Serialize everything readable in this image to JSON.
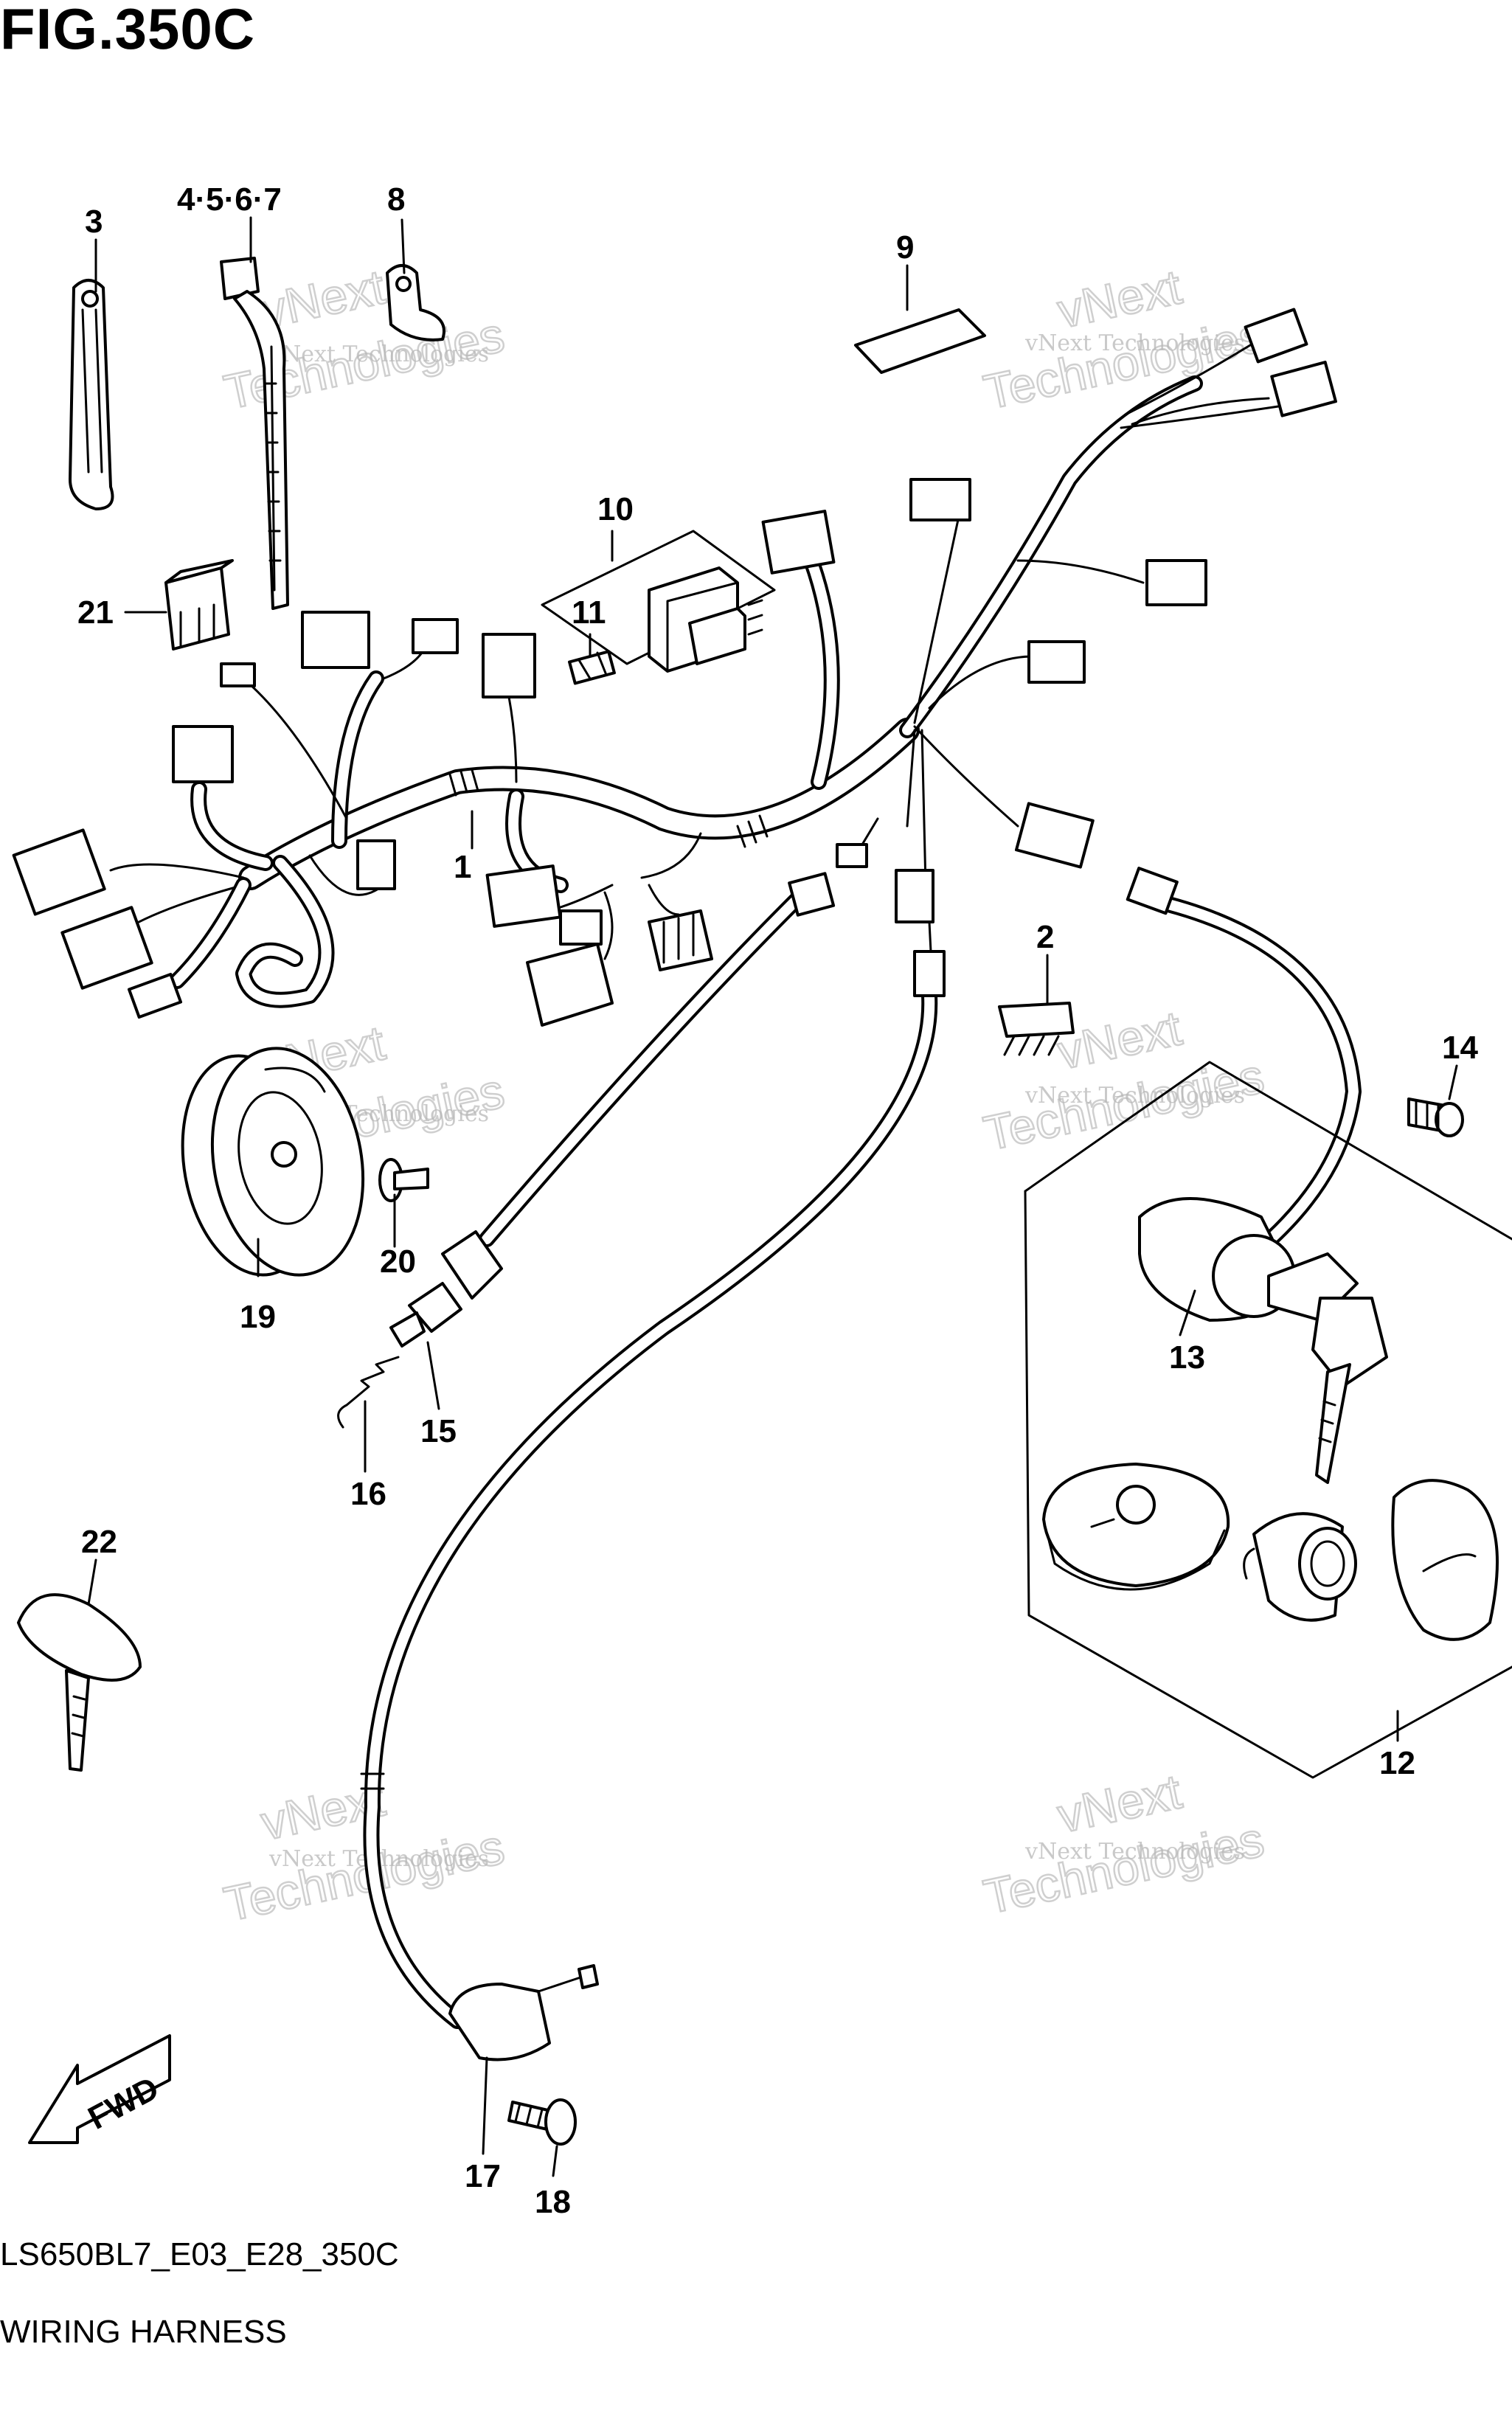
{
  "figure": {
    "title": "FIG.350C",
    "model_code": "LS650BL7_E03_E28_350C",
    "section_name": "WIRING HARNESS",
    "fwd_label": "FWD"
  },
  "watermark": {
    "small_text": "vNext Technologies",
    "big_line1": "vNext",
    "big_line2": "Technologies"
  },
  "callouts": [
    {
      "id": "1",
      "label": "1"
    },
    {
      "id": "2",
      "label": "2"
    },
    {
      "id": "3",
      "label": "3"
    },
    {
      "id": "4",
      "label": "4·5·6·7"
    },
    {
      "id": "8",
      "label": "8"
    },
    {
      "id": "9",
      "label": "9"
    },
    {
      "id": "10",
      "label": "10"
    },
    {
      "id": "11",
      "label": "11"
    },
    {
      "id": "12",
      "label": "12"
    },
    {
      "id": "13",
      "label": "13"
    },
    {
      "id": "14",
      "label": "14"
    },
    {
      "id": "15",
      "label": "15"
    },
    {
      "id": "16",
      "label": "16"
    },
    {
      "id": "17",
      "label": "17"
    },
    {
      "id": "18",
      "label": "18"
    },
    {
      "id": "19",
      "label": "19"
    },
    {
      "id": "20",
      "label": "20"
    },
    {
      "id": "21",
      "label": "21"
    },
    {
      "id": "22",
      "label": "22"
    }
  ]
}
